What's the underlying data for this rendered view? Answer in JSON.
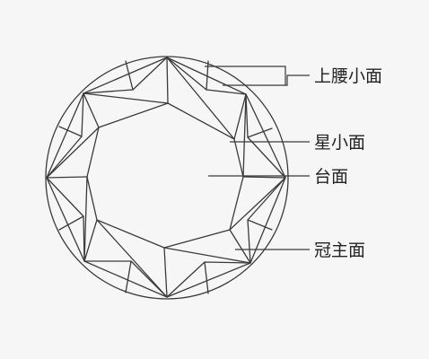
{
  "labels": {
    "upper_girdle_facet": "上腰小面",
    "star_facet": "星小面",
    "table": "台面",
    "crown_main_facet": "冠主面"
  },
  "colors": {
    "background": "#f6f6f6",
    "line": "#3a3a3a",
    "text": "#222222"
  }
}
